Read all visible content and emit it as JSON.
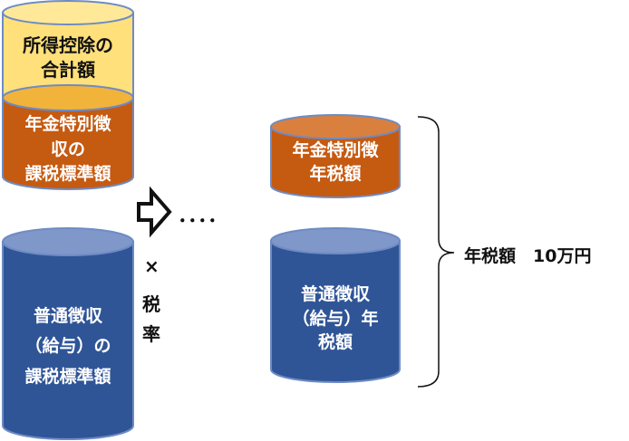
{
  "left": {
    "deductions_line1": "所得控除の",
    "deductions_line2": "合計額",
    "pension_base_line1": "年金特別徴",
    "pension_base_line2": "収の",
    "pension_base_line3": "課税標準額",
    "salary_base_line1": "普通徴収",
    "salary_base_line2": "（給与）の",
    "salary_base_line3": "課税標準額"
  },
  "operator": {
    "times": "×",
    "rate_line1": "税",
    "rate_line2": "率"
  },
  "dots": "．．．．",
  "right": {
    "pension_tax_line1": "年金特別徴",
    "pension_tax_line2": "年税額",
    "salary_tax_line1": "普通徴収",
    "salary_tax_line2": "（給与）年",
    "salary_tax_line3": "税額"
  },
  "total": "年税額　10万円",
  "colors": {
    "yellow_fill": "#FFE07A",
    "orange_fill": "#C55A11",
    "blue_fill": "#2F5597",
    "blue_top": "#7F97C9",
    "stroke": "#6E8BC4",
    "text_dark": "#111111",
    "text_light": "#FFFFFF"
  },
  "icons": {
    "arrow": "arrow-right-outline-icon",
    "brace": "right-brace-icon"
  }
}
